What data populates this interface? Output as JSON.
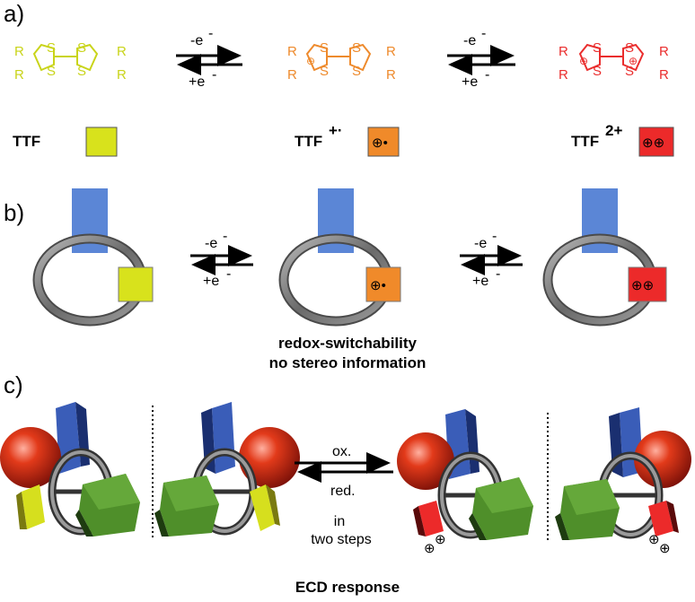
{
  "panels": {
    "a": "a)",
    "b": "b)",
    "c": "c)"
  },
  "arrows": {
    "oxidize": "-e",
    "reduce": "+e",
    "electron_sup": "-",
    "ox": "ox.",
    "red": "red.",
    "steps_line1": "in",
    "steps_line2": "two steps"
  },
  "molecule_atoms": {
    "substituent": "R",
    "sulfur": "S"
  },
  "species": {
    "neutral": "TTF",
    "radical_cation": "TTF",
    "radical_cation_charge": "+·",
    "dication": "TTF",
    "dication_charge": "2+"
  },
  "symbols": {
    "radical": "⊕•",
    "dication": "⊕⊕",
    "plus": "⊕"
  },
  "captions": {
    "b_line1": "redox-switchability",
    "b_line2": "no stereo information",
    "c": "ECD response"
  },
  "colors": {
    "neutral": "#d8e21c",
    "radical": "#f08a2a",
    "dication": "#ec2a2a",
    "blue": "#5b86d6",
    "green": "#4f8f2a",
    "ring": "#808080"
  }
}
